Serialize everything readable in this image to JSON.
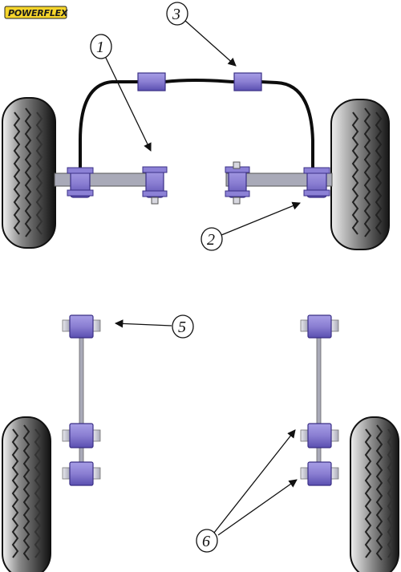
{
  "logo": {
    "text": "POWERFLEX"
  },
  "callouts": {
    "c1": "1",
    "c2": "2",
    "c3": "3",
    "c5": "5",
    "c6": "6"
  },
  "colors": {
    "bush_purple": "#8c81d6",
    "bush_dark": "#3a2f85",
    "arm_grey": "#a9aab8",
    "tyre_dark": "#161616",
    "tyre_light": "#e6e6e6",
    "bar_black": "#0d0d0d",
    "logo_yellow": "#f6d52b"
  }
}
